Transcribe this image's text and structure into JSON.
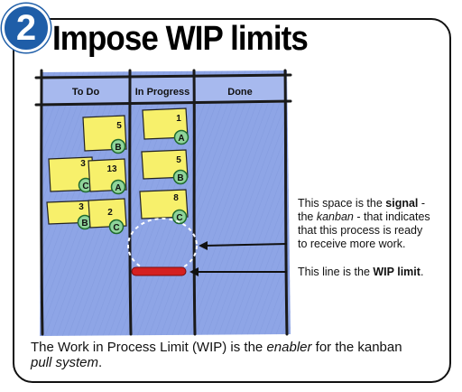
{
  "step_number": "2",
  "title": "Impose WIP limits",
  "board": {
    "columns": [
      {
        "name": "To Do"
      },
      {
        "name": "In Progress"
      },
      {
        "name": "Done"
      }
    ],
    "todo_cards": [
      {
        "number": "5",
        "tag": "B"
      },
      {
        "number": "3",
        "tag": "C"
      },
      {
        "number": "13",
        "tag": "A"
      },
      {
        "number": "3",
        "tag": "B"
      },
      {
        "number": "2",
        "tag": "C"
      }
    ],
    "in_progress_cards": [
      {
        "number": "1",
        "tag": "A"
      },
      {
        "number": "5",
        "tag": "B"
      },
      {
        "number": "8",
        "tag": "C"
      }
    ]
  },
  "colors": {
    "badge": "#1f5ea8",
    "board": "#8ea5e6",
    "card": "#f7f06b",
    "tag": "#8fd49a",
    "wip_bar": "#d42020"
  },
  "callout_signal": {
    "l1_a": "This space is the ",
    "l1_b": "signal",
    "l1_c": " -",
    "l2_a": "the ",
    "l2_b": "kanban",
    "l2_c": " - that indicates",
    "l3": "that this process is ready",
    "l4": "to receive more work."
  },
  "callout_limit": {
    "a": "This line is the ",
    "b": "WIP limit",
    "c": "."
  },
  "footer": {
    "l1_a": "The Work in Process Limit (WIP) is the ",
    "l1_b": "enabler",
    "l1_c": " for the kanban",
    "l2_a": "pull system",
    "l2_b": "."
  }
}
